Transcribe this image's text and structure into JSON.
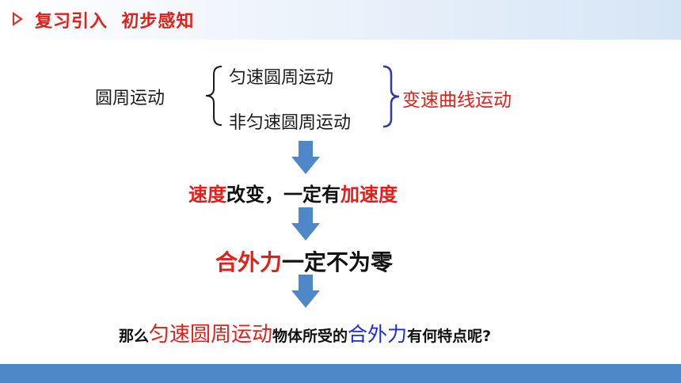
{
  "header": {
    "title": "复习引入  初步感知"
  },
  "diagram": {
    "main_label": "圆周运动",
    "uniform": "匀速圆周运动",
    "non_uniform": "非匀速圆周运动",
    "conclusion": "变速曲线运动"
  },
  "line1": {
    "a": "速度",
    "b": "改变，一定有",
    "c": "加速度"
  },
  "line2": {
    "a": "合外力",
    "b": "一定不为零"
  },
  "line3": {
    "a": "那么",
    "b": "匀速圆周运动",
    "c": "物体所受的",
    "d": "合外力",
    "e": "有何特点呢?"
  },
  "colors": {
    "red": "#e0201a",
    "blue": "#1a2bd6",
    "arrow": "#4e88c8",
    "bar": "#4e88c8"
  }
}
